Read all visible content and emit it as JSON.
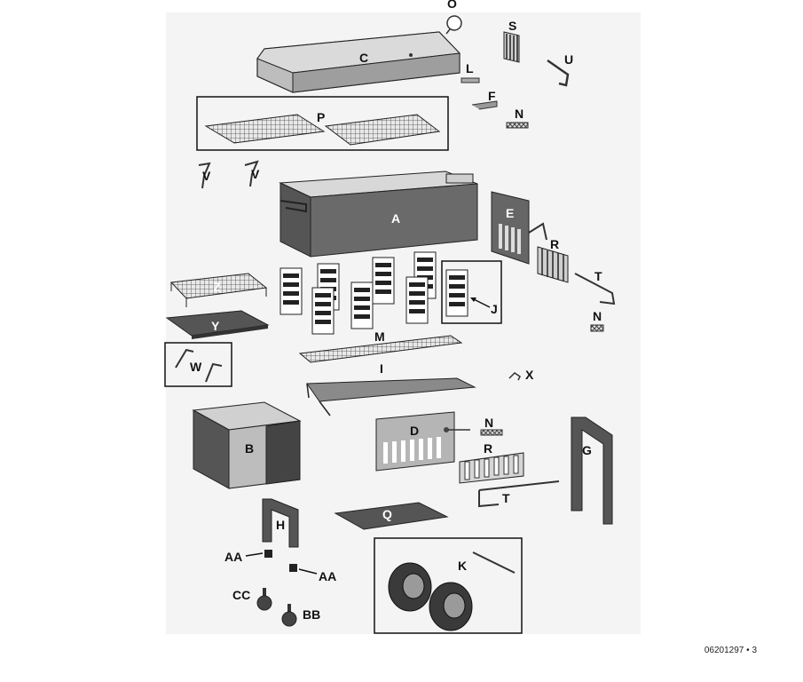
{
  "labels": {
    "O": "O",
    "S": "S",
    "C": "C",
    "L": "L",
    "U": "U",
    "F": "F",
    "N": "N",
    "P": "P",
    "V": "V",
    "A": "A",
    "E": "E",
    "R": "R",
    "T": "T",
    "Z": "Z",
    "J": "J",
    "Y": "Y",
    "M": "M",
    "W": "W",
    "I": "I",
    "X": "X",
    "D": "D",
    "G": "G",
    "B": "B",
    "Q": "Q",
    "H": "H",
    "AA": "AA",
    "K": "K",
    "CC": "CC",
    "BB": "BB"
  },
  "footer": {
    "code": "06201297",
    "separator": "•",
    "page": "3"
  }
}
